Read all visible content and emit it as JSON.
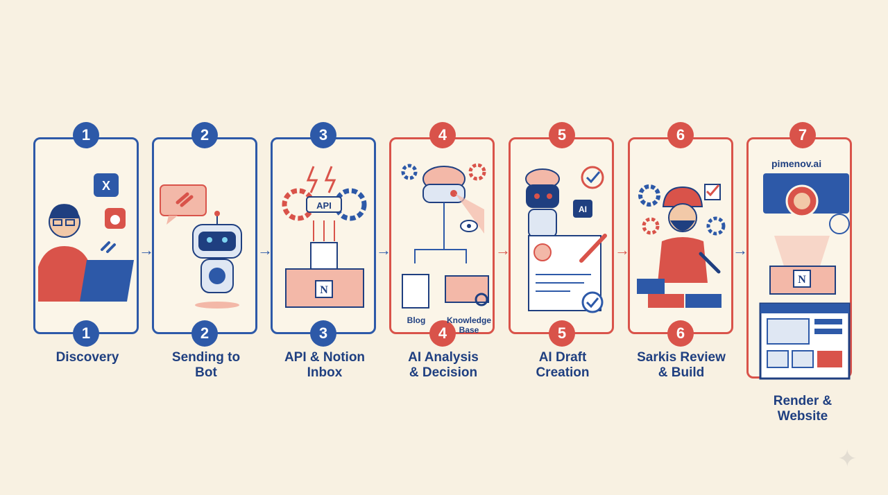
{
  "steps": [
    {
      "number": "1",
      "label": "Discovery",
      "color": "#2d59a8"
    },
    {
      "number": "2",
      "label": "Sending to Bot",
      "color": "#2d59a8"
    },
    {
      "number": "3",
      "label": "API & Notion Inbox",
      "color": "#2d59a8"
    },
    {
      "number": "4",
      "label": "AI Analysis & Decision",
      "color": "#d9534a"
    },
    {
      "number": "5",
      "label": "AI Draft Creation",
      "color": "#d9534a"
    },
    {
      "number": "6",
      "label": "Sarkis Review & Build",
      "color": "#d9534a"
    },
    {
      "number": "7",
      "label": "Render & Website",
      "color": "#2d59a8"
    }
  ],
  "inner_text": {
    "api": "API",
    "blog": "Blog",
    "knowledge_base": "Knowledge Base",
    "ai_badge": "AI",
    "site_name": "pimenov.ai",
    "notion_letter": "N",
    "x_logo": "X"
  },
  "colors": {
    "blue": "#2d59a8",
    "red": "#d9534a",
    "background": "#f8f1e2"
  }
}
